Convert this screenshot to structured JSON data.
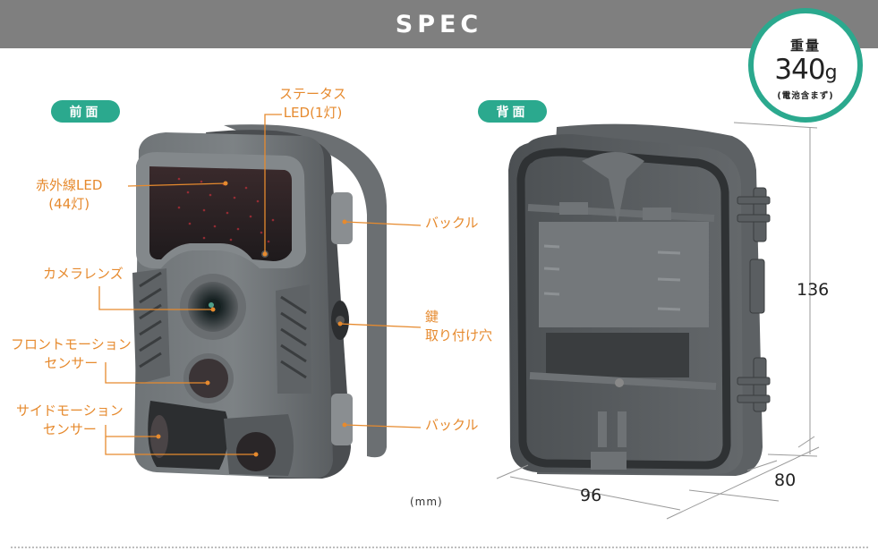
{
  "header": {
    "title": "SPEC"
  },
  "weight_badge": {
    "label": "重量",
    "value": "340",
    "unit": "g",
    "note": "(電池含まず)",
    "ring_color": "#2ba98e"
  },
  "views": {
    "front": {
      "label": "前面",
      "callouts": [
        {
          "id": "status-led",
          "lines": [
            "ステータス",
            "LED(1灯)"
          ]
        },
        {
          "id": "ir-led",
          "lines": [
            "赤外線LED",
            "(44灯)"
          ]
        },
        {
          "id": "camera-lens",
          "lines": [
            "カメラレンズ"
          ]
        },
        {
          "id": "front-motion-sensor",
          "lines": [
            "フロントモーション",
            "センサー"
          ]
        },
        {
          "id": "side-motion-sensor",
          "lines": [
            "サイドモーション",
            "センサー"
          ]
        },
        {
          "id": "buckle-top",
          "lines": [
            "バックル"
          ]
        },
        {
          "id": "lock-hole",
          "lines": [
            "鍵",
            "取り付け穴"
          ]
        },
        {
          "id": "buckle-bottom",
          "lines": [
            "バックル"
          ]
        }
      ]
    },
    "back": {
      "label": "背面"
    }
  },
  "dimensions": {
    "height": "136",
    "width": "96",
    "depth": "80",
    "unit_note": "(mm)"
  },
  "colors": {
    "header_bg": "#7f7f7f",
    "accent_green": "#2ba98e",
    "callout_orange": "#e68a2e",
    "device_gray": "#5c6062"
  }
}
